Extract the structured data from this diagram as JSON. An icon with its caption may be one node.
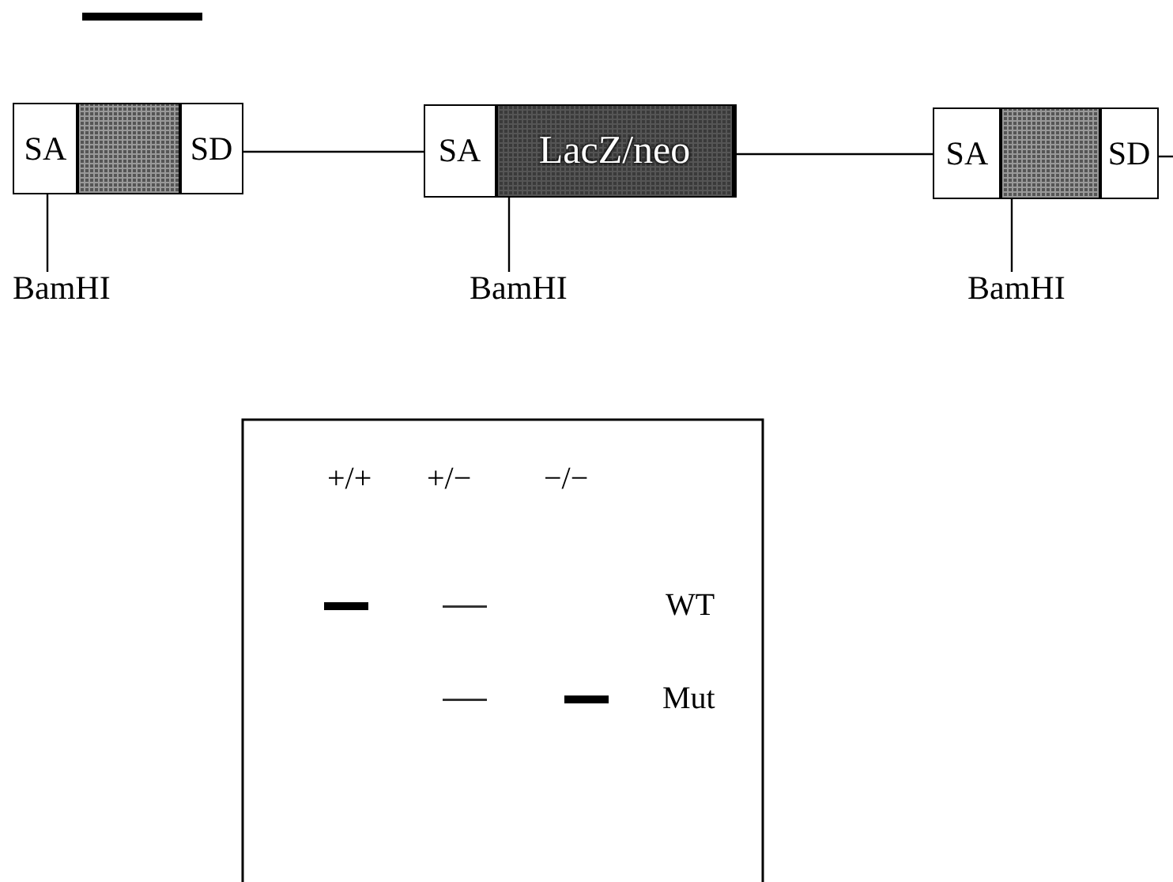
{
  "diagram": {
    "nodes": [
      {
        "text": [
          "SA",
          "SD"
        ]
      },
      {
        "text": [
          "SA",
          "LacZ/neo"
        ]
      },
      {
        "text": [
          "SA",
          "SD"
        ]
      },
      {
        "text": [
          "BamHI"
        ]
      },
      {
        "text": [
          "BamHI"
        ]
      },
      {
        "text": [
          "BamHI"
        ]
      }
    ],
    "edges": [
      {
        "from": 0,
        "to": 1,
        "arrow": "none"
      },
      {
        "from": 1,
        "to": 2,
        "arrow": "none"
      },
      {
        "from": 2,
        "to": null,
        "arrow": "none"
      },
      {
        "from": 3,
        "to": 0,
        "arrow": "none"
      },
      {
        "from": 4,
        "to": 1,
        "arrow": "none"
      },
      {
        "from": 5,
        "to": 2,
        "arrow": "none"
      }
    ],
    "labels": [
      "+/+",
      "+/−",
      "−/−",
      "WT",
      "Mut"
    ]
  }
}
